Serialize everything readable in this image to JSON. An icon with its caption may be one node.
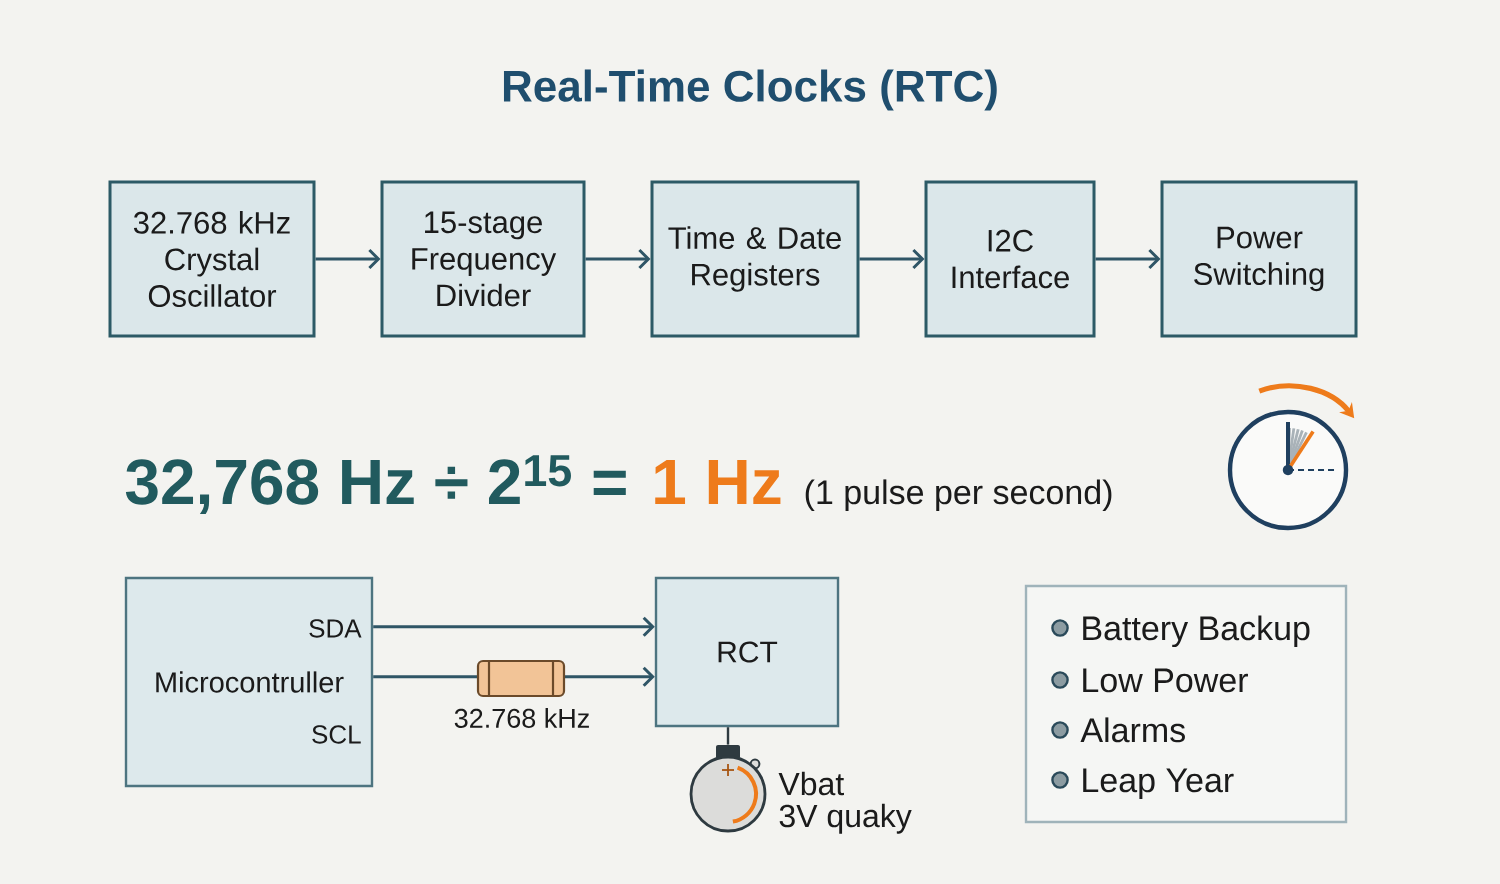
{
  "diagram": {
    "title": "Real-Time Clocks (RTC)",
    "nodes": [
      {
        "text": [
          "32.768 kHz Crystal Oscillator"
        ]
      },
      {
        "text": [
          "15-stage Frequency Divider"
        ]
      },
      {
        "text": [
          "Time & Date Registers"
        ]
      },
      {
        "text": [
          "I2C Interface"
        ]
      },
      {
        "text": [
          "Power Switching"
        ]
      },
      {
        "text": [
          "SDA",
          "Microcontruller",
          "SCL"
        ]
      },
      {
        "text": [
          "RCT"
        ]
      },
      {
        "text": [],
        "shape": "circle",
        "beside": [
          "Vbat",
          "3V quaky"
        ]
      },
      {
        "text": [
          "Battery Backup",
          "Low Power",
          "Alarms",
          "Leap Year"
        ]
      }
    ],
    "edges": [
      {
        "from": 0,
        "to": 1,
        "arrow": "to"
      },
      {
        "from": 1,
        "to": 2,
        "arrow": "to"
      },
      {
        "from": 2,
        "to": 3,
        "arrow": "to"
      },
      {
        "from": 3,
        "to": 4,
        "arrow": "to"
      },
      {
        "from": 5,
        "to": 6,
        "arrow": "to"
      },
      {
        "from": 5,
        "to": 6,
        "arrow": "to",
        "label": "32.768 kHz"
      },
      {
        "from": 6,
        "to": 7,
        "arrow": "none"
      }
    ],
    "labels": [
      "32,768 Hz ÷ 2$^{15}$ =",
      "1 Hz",
      "(1 pulse per second)"
    ]
  }
}
